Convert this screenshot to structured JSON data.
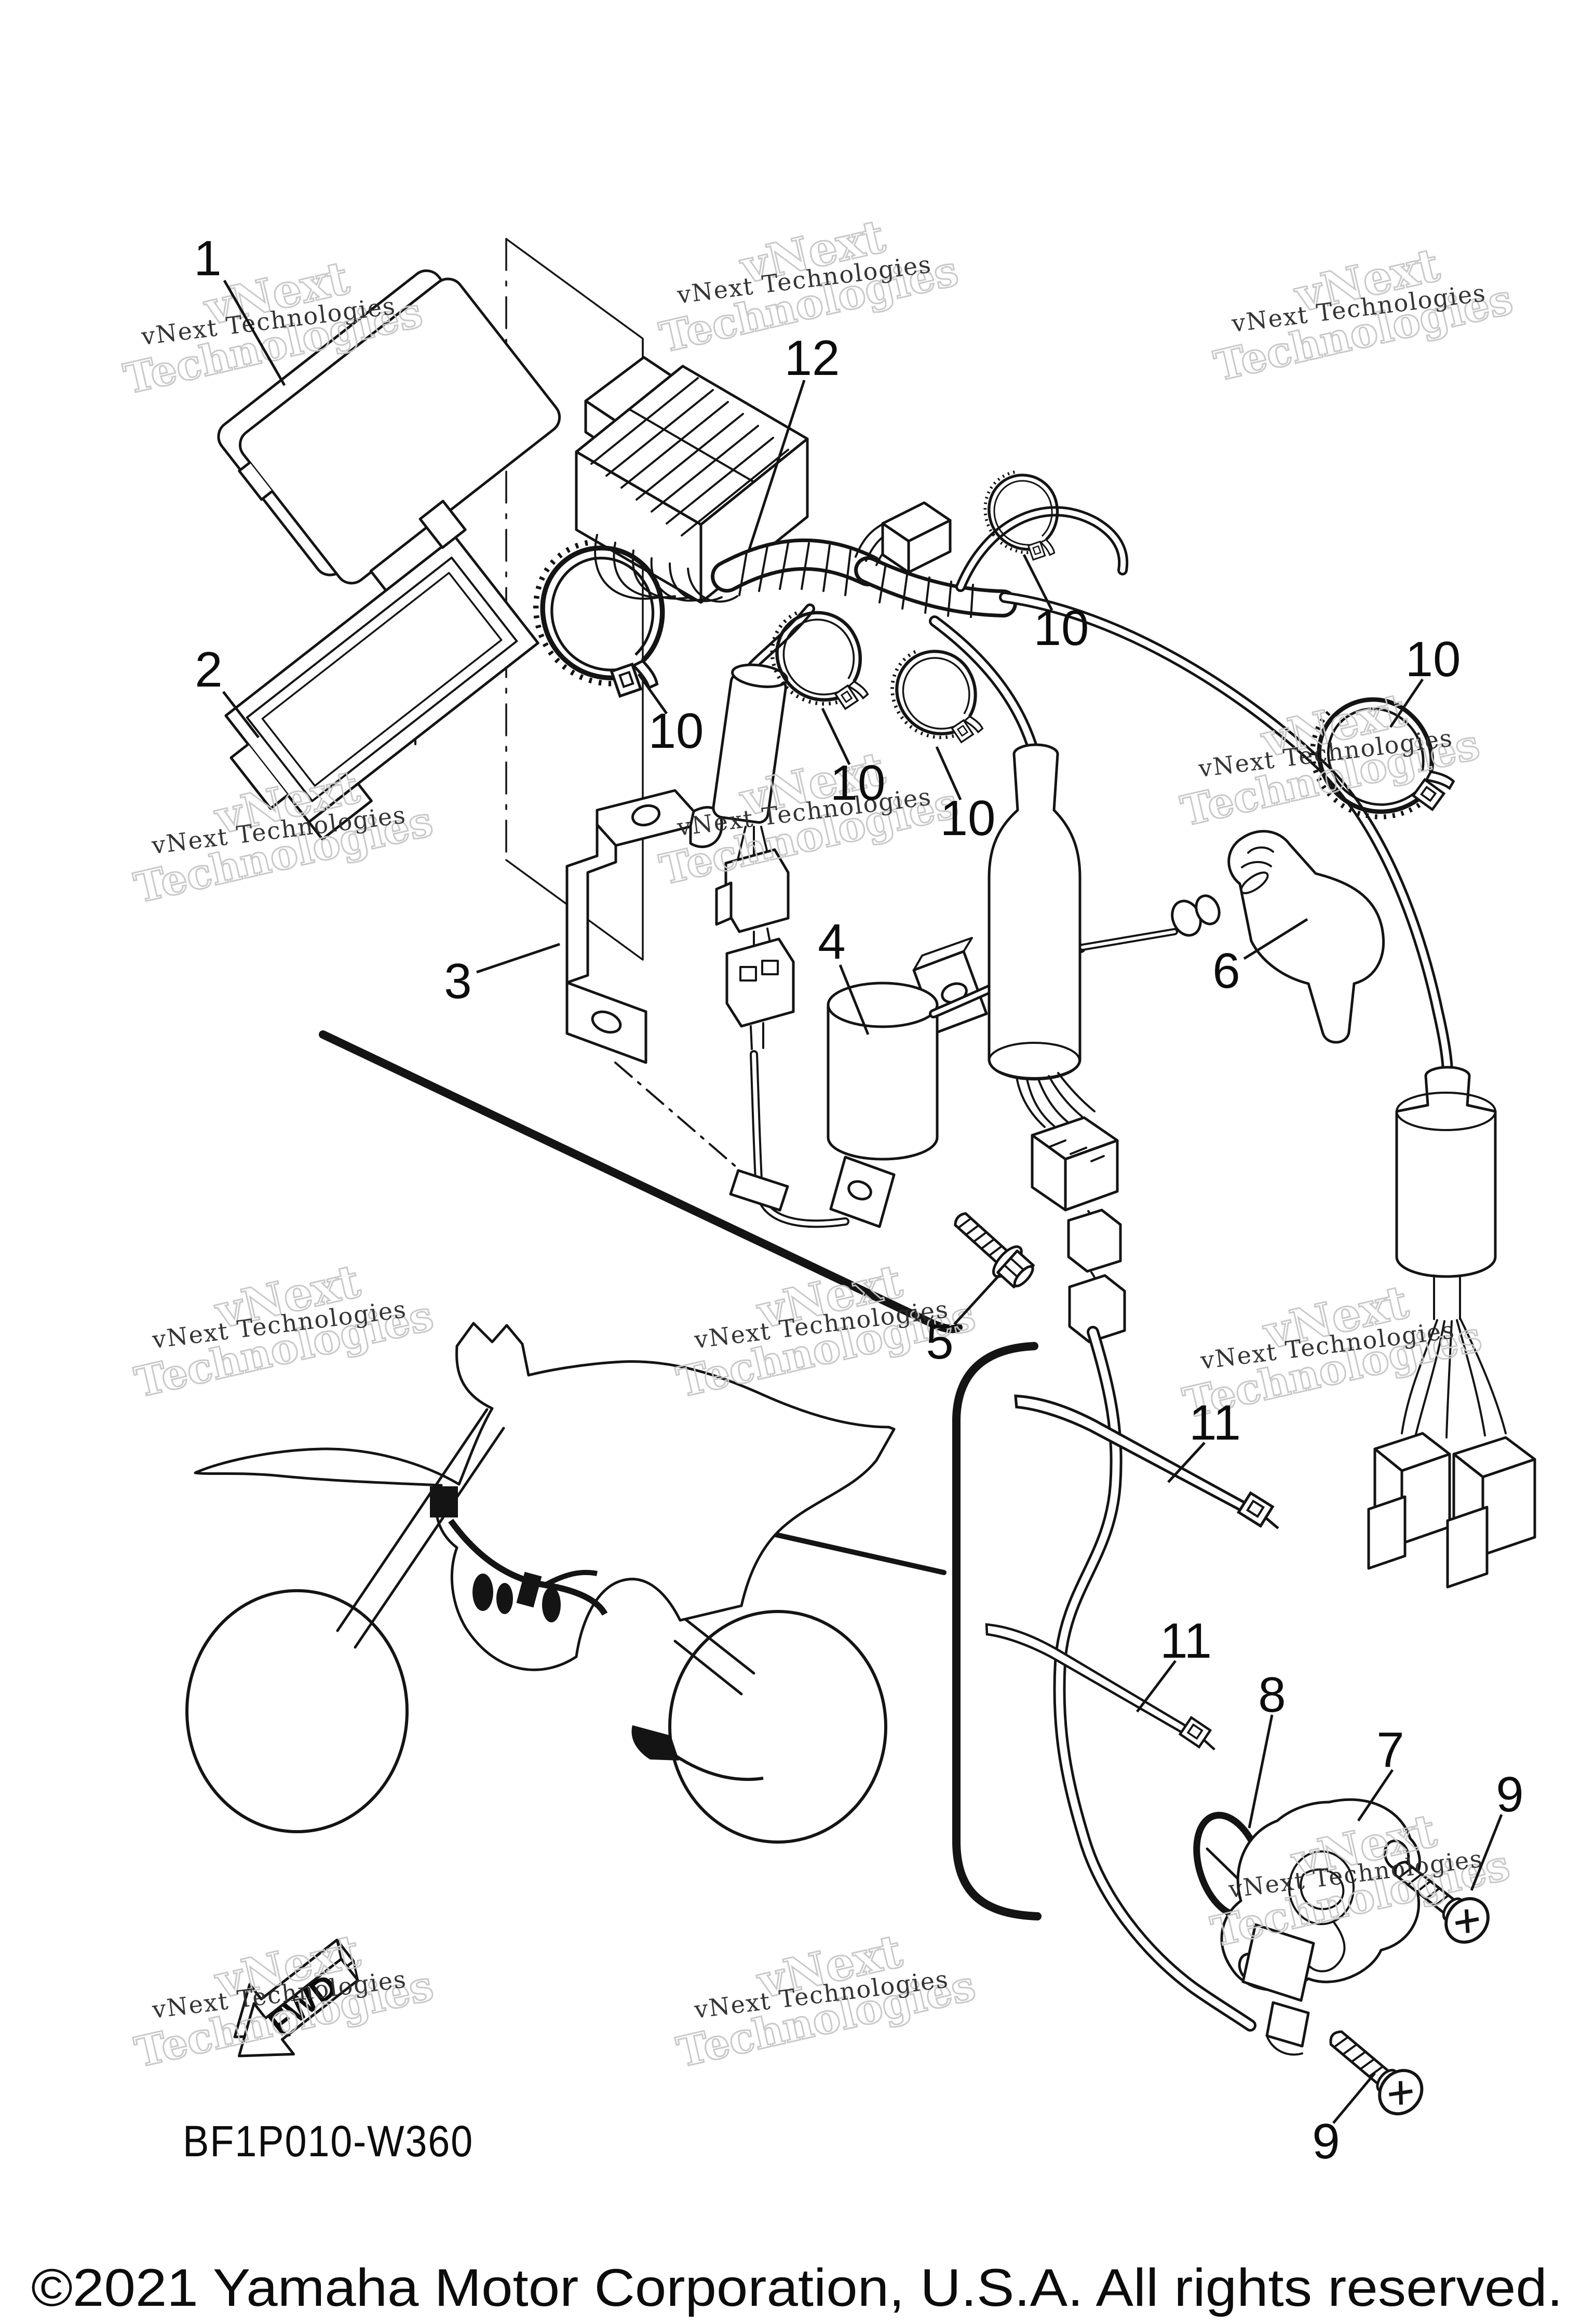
{
  "watermark": {
    "big1": "vNext",
    "big2": "Technologies",
    "small": "vNext Technologies"
  },
  "callouts": {
    "c1": "1",
    "c2": "2",
    "c3": "3",
    "c4": "4",
    "c5": "5",
    "c6": "6",
    "c7": "7",
    "c8": "8",
    "c9a": "9",
    "c9b": "9",
    "c10a": "10",
    "c10b": "10",
    "c10c": "10",
    "c10d": "10",
    "c10e": "10",
    "c11a": "11",
    "c11b": "11",
    "c12": "12"
  },
  "fwd": {
    "label": "FWD"
  },
  "footer": {
    "part_code": "BF1P010-W360",
    "copyright": "©2021 Yamaha Motor Corporation, U.S.A. All rights reserved."
  },
  "colors": {
    "line": "#141414",
    "watermark_light": "#c7c7c7",
    "watermark_dark": "#2b2b2b",
    "background": "#ffffff"
  }
}
